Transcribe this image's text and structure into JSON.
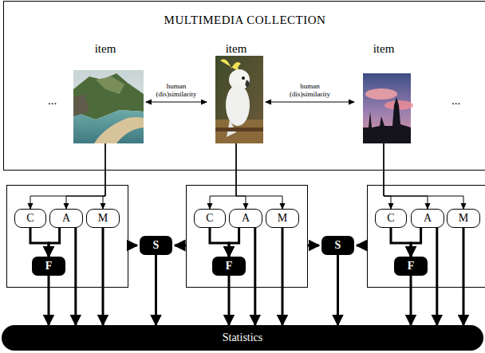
{
  "diagram": {
    "nodes": [
      {
        "text": [
          "MULTIMEDIA COLLECTION"
        ]
      },
      {
        "text": [
          "item"
        ],
        "in": 0
      },
      {
        "text": [
          "item"
        ],
        "in": 0
      },
      {
        "text": [
          "item"
        ],
        "in": 0
      },
      {
        "text": [
          "C"
        ]
      },
      {
        "text": [
          "A"
        ]
      },
      {
        "text": [
          "M"
        ]
      },
      {
        "text": [
          "F"
        ]
      },
      {
        "text": [
          "S"
        ]
      },
      {
        "text": [
          "C"
        ]
      },
      {
        "text": [
          "A"
        ]
      },
      {
        "text": [
          "M"
        ]
      },
      {
        "text": [
          "F"
        ]
      },
      {
        "text": [
          "S"
        ]
      },
      {
        "text": [
          "C"
        ]
      },
      {
        "text": [
          "A"
        ]
      },
      {
        "text": [
          "M"
        ]
      },
      {
        "text": [
          "F"
        ]
      },
      {
        "text": [
          "Statistics"
        ]
      }
    ],
    "edges": [
      {
        "from": 1,
        "to": 2,
        "arrow": "both",
        "label": "human (dis)similarity"
      },
      {
        "from": 2,
        "to": 3,
        "arrow": "both",
        "label": "human (dis)similarity"
      },
      {
        "from": 1,
        "to": 4,
        "arrow": "to"
      },
      {
        "from": 1,
        "to": 5,
        "arrow": "to"
      },
      {
        "from": 1,
        "to": 6,
        "arrow": "to"
      },
      {
        "from": 4,
        "to": 7,
        "arrow": "to"
      },
      {
        "from": 5,
        "to": 7,
        "arrow": "to"
      },
      {
        "from": 7,
        "to": 18,
        "arrow": "to"
      },
      {
        "from": 5,
        "to": 18,
        "arrow": "to"
      },
      {
        "from": 6,
        "to": 18,
        "arrow": "to"
      },
      {
        "from": 2,
        "to": 9,
        "arrow": "to"
      },
      {
        "from": 2,
        "to": 10,
        "arrow": "to"
      },
      {
        "from": 2,
        "to": 11,
        "arrow": "to"
      },
      {
        "from": 9,
        "to": 12,
        "arrow": "to"
      },
      {
        "from": 10,
        "to": 12,
        "arrow": "to"
      },
      {
        "from": 12,
        "to": 18,
        "arrow": "to"
      },
      {
        "from": 10,
        "to": 18,
        "arrow": "to"
      },
      {
        "from": 11,
        "to": 18,
        "arrow": "to"
      },
      {
        "from": 3,
        "to": 14,
        "arrow": "to"
      },
      {
        "from": 3,
        "to": 15,
        "arrow": "to"
      },
      {
        "from": 3,
        "to": 16,
        "arrow": "to"
      },
      {
        "from": 14,
        "to": 17,
        "arrow": "to"
      },
      {
        "from": 15,
        "to": 17,
        "arrow": "to"
      },
      {
        "from": 17,
        "to": 18,
        "arrow": "to"
      },
      {
        "from": 15,
        "to": 18,
        "arrow": "to"
      },
      {
        "from": 16,
        "to": 18,
        "arrow": "to"
      },
      {
        "from": 8,
        "to": 18,
        "arrow": "to"
      },
      {
        "from": 13,
        "to": 18,
        "arrow": "to"
      }
    ],
    "labels": [
      "...",
      "..."
    ]
  }
}
